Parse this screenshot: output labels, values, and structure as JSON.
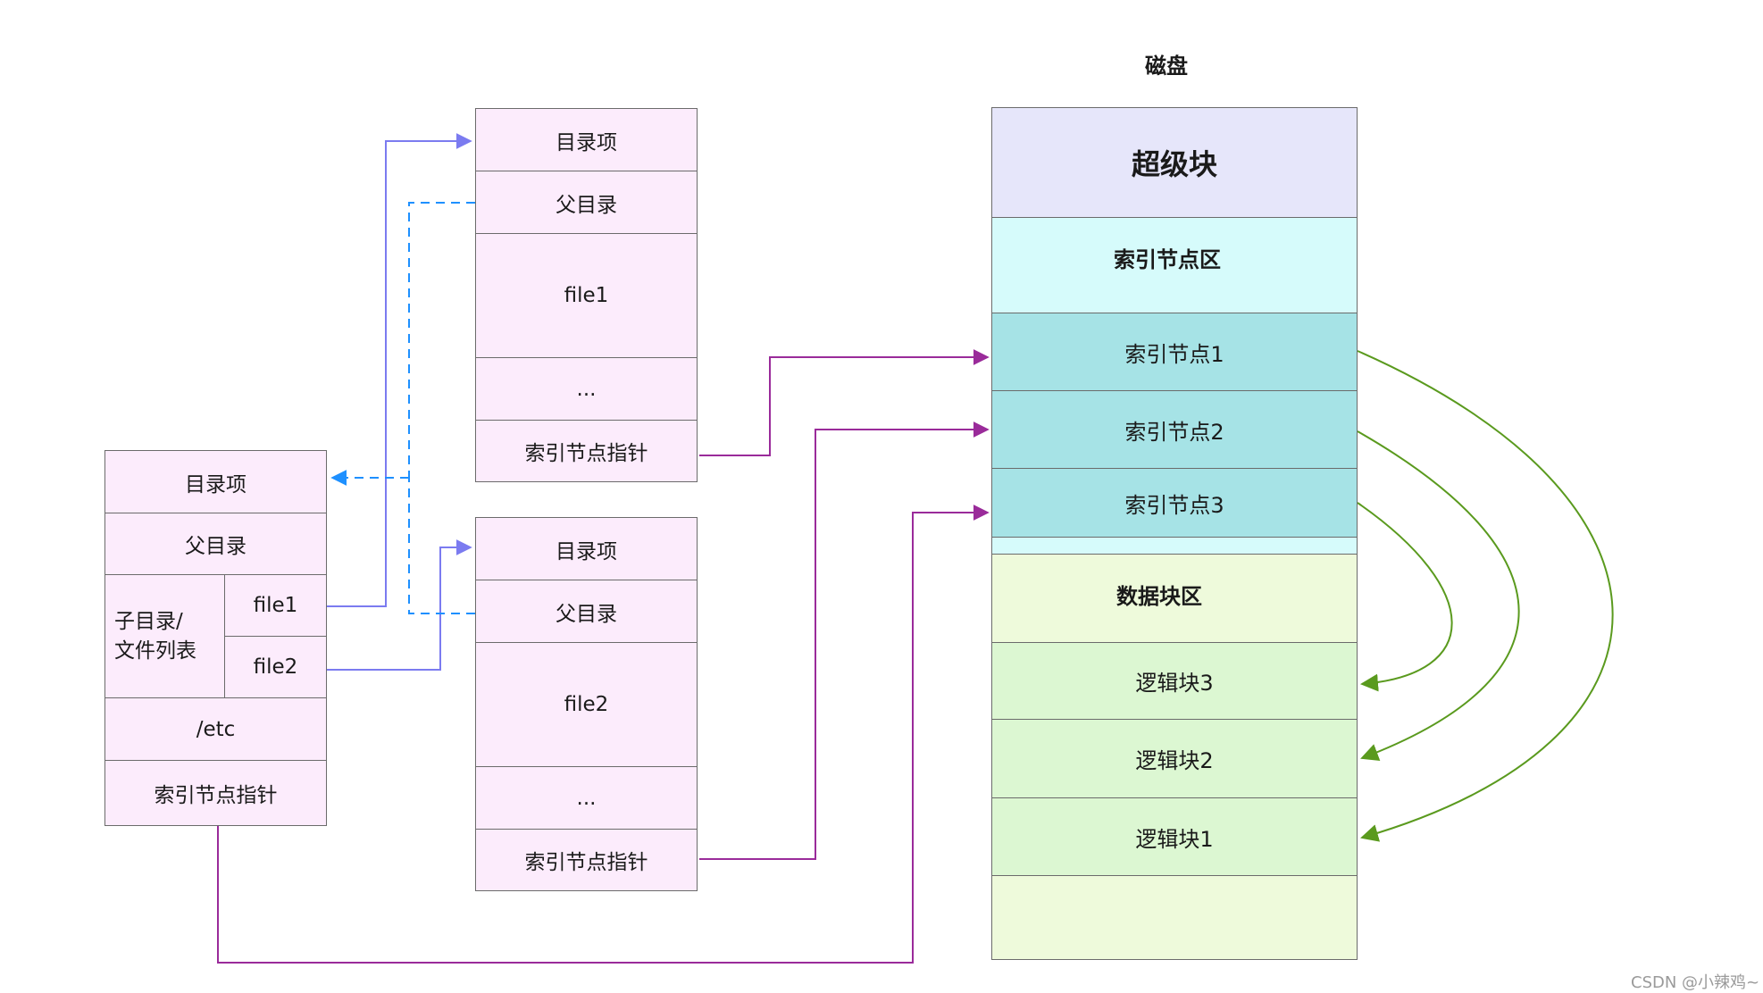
{
  "disk": {
    "title": "磁盘",
    "superblock": "超级块",
    "inode_area": "索引节点区",
    "inodes": [
      "索引节点1",
      "索引节点2",
      "索引节点3"
    ],
    "data_area": "数据块区",
    "blocks": [
      "逻辑块3",
      "逻辑块2",
      "逻辑块1"
    ]
  },
  "root_dir": {
    "entry": "目录项",
    "parent": "父目录",
    "children_label": "子目录/\n文件列表",
    "files": [
      "file1",
      "file2"
    ],
    "name": "/etc",
    "inode_ptr": "索引节点指针"
  },
  "file1_dir": {
    "entry": "目录项",
    "parent": "父目录",
    "name": "file1",
    "ellipsis": "...",
    "inode_ptr": "索引节点指针"
  },
  "file2_dir": {
    "entry": "目录项",
    "parent": "父目录",
    "name": "file2",
    "ellipsis": "...",
    "inode_ptr": "索引节点指针"
  },
  "watermark": "CSDN @小辣鸡~",
  "colors": {
    "dir_fill": "#fcecfc",
    "superblock_fill": "#e6e6fa",
    "inode_area_fill": "#d6fbfb",
    "inode_fill": "#a6e3e6",
    "data_fill": "#eefadb",
    "block_fill": "#dcf7d2",
    "link_blue": "#7b7bf0",
    "parent_dash": "#1e90ff",
    "inode_link": "#9a2b9a",
    "block_link": "#5a9a1e"
  }
}
